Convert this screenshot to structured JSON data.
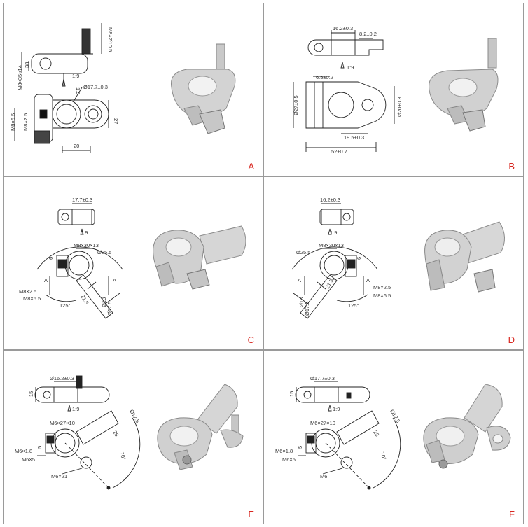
{
  "panels": [
    {
      "letter": "A",
      "labels": {
        "thread": "M8×Ø10.5",
        "shoulder": "38",
        "bolt": "M8×35×14",
        "taper": "1:9",
        "slot": "1.9",
        "bore": "Ø17.7±0.3",
        "height": "27",
        "nut": "M8×6.5",
        "washer": "M8×2.5",
        "width": "20"
      }
    },
    {
      "letter": "B",
      "labels": {
        "top_width": "16.2±0.3",
        "top_slot": "8.2±0.2",
        "taper": "1:9",
        "gap": "6.5±0.2",
        "outer": "Ø27±0.5",
        "hole": "Ø20±0.3",
        "offset": "19.5±0.3",
        "length": "52±0.7"
      }
    },
    {
      "letter": "C",
      "labels": {
        "top_width": "17.7±0.3",
        "taper": "1:9",
        "bolt": "M8×30×13",
        "bore": "Ø25.5",
        "six": "6",
        "washer": "M8×2.5",
        "nut": "M8×6.5",
        "tube": "Ø13",
        "tube_outer": "Ø17.5",
        "length": "21.5",
        "angle": "125°",
        "section_l": "A",
        "section_r": "A"
      }
    },
    {
      "letter": "D",
      "labels": {
        "top_width": "16.2±0.3",
        "taper": "1:9",
        "bolt": "M8×30×13",
        "bore": "Ø25.5",
        "six": "6",
        "washer": "M8×2.5",
        "nut": "M8×6.5",
        "tube": "Ø13",
        "tube_outer": "Ø17.5",
        "length": "21.5",
        "angle": "125°",
        "section_l": "A",
        "section_r": "A"
      }
    },
    {
      "letter": "E",
      "labels": {
        "top_width": "Ø16.2±0.3",
        "height": "15",
        "taper": "1:9",
        "tube": "Ø12.5",
        "bolt": "M6×27×10",
        "length": "25",
        "five": "5",
        "washer": "M6×1.8",
        "nut": "M6×5",
        "angle": "70°",
        "stud": "M6×21"
      }
    },
    {
      "letter": "F",
      "labels": {
        "top_width": "Ø17.7±0.3",
        "height": "15",
        "taper": "1:9",
        "tube": "Ø12.5",
        "bolt": "M6×27×10",
        "length": "25",
        "five": "5",
        "washer": "M6×1.8",
        "nut": "M6×5",
        "angle": "70°",
        "hole": "M6"
      }
    }
  ]
}
